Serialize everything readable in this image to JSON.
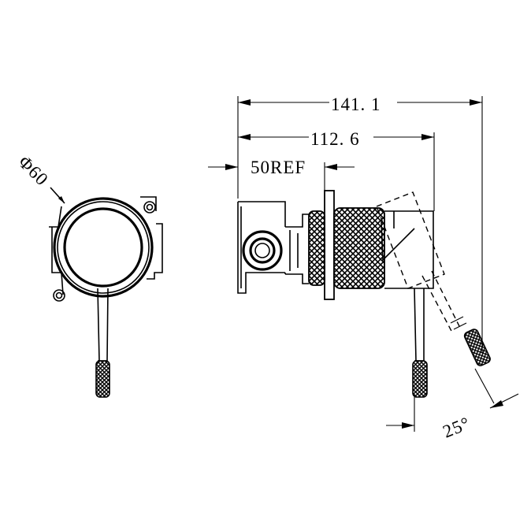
{
  "dimensions": {
    "diameter": "Φ60",
    "overall_length": "141. 1",
    "body_length": "112. 6",
    "ref_length": "50REF",
    "lever_angle": "25°"
  },
  "colors": {
    "ink": "#000000",
    "background": "#ffffff"
  }
}
